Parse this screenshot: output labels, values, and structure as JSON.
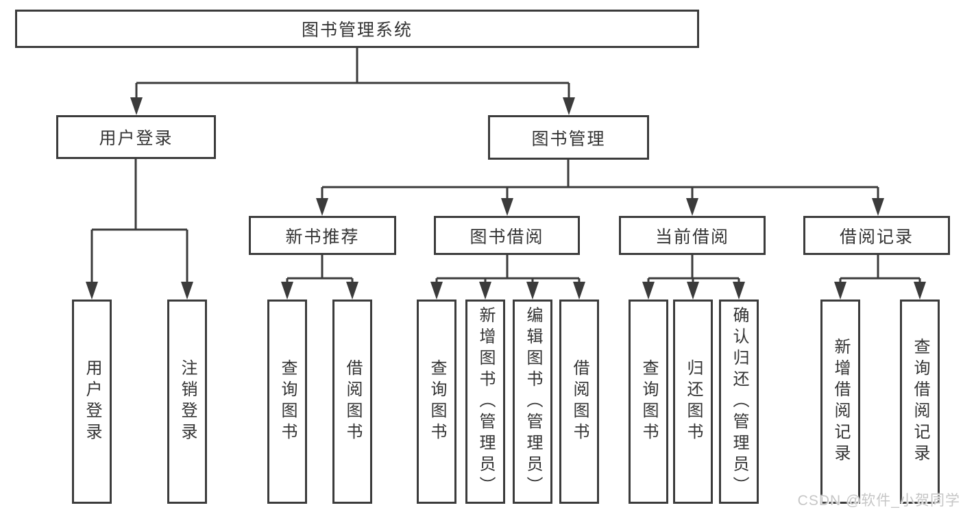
{
  "root": {
    "label": "图书管理系统"
  },
  "login": {
    "label": "用户登录",
    "children": [
      {
        "label": "用户登录"
      },
      {
        "label": "注销登录"
      }
    ]
  },
  "management": {
    "label": "图书管理"
  },
  "recommend": {
    "label": "新书推荐",
    "children": [
      {
        "label": "查询图书"
      },
      {
        "label": "借阅图书"
      }
    ]
  },
  "borrow": {
    "label": "图书借阅",
    "children": [
      {
        "label": "查询图书"
      },
      {
        "label": "新增图书（管理员）"
      },
      {
        "label": "编辑图书（管理员）"
      },
      {
        "label": "借阅图书"
      }
    ]
  },
  "current": {
    "label": "当前借阅",
    "children": [
      {
        "label": "查询图书"
      },
      {
        "label": "归还图书"
      },
      {
        "label": "确认归还（管理员）"
      }
    ]
  },
  "records": {
    "label": "借阅记录",
    "children": [
      {
        "label": "新增借阅记录"
      },
      {
        "label": "查询借阅记录"
      }
    ]
  },
  "watermark": "CSDN @软件_小贺同学",
  "colors": {
    "line": "#3b3b3b",
    "text": "#333333",
    "watermark": "#c6c6c6",
    "background": "#ffffff"
  }
}
